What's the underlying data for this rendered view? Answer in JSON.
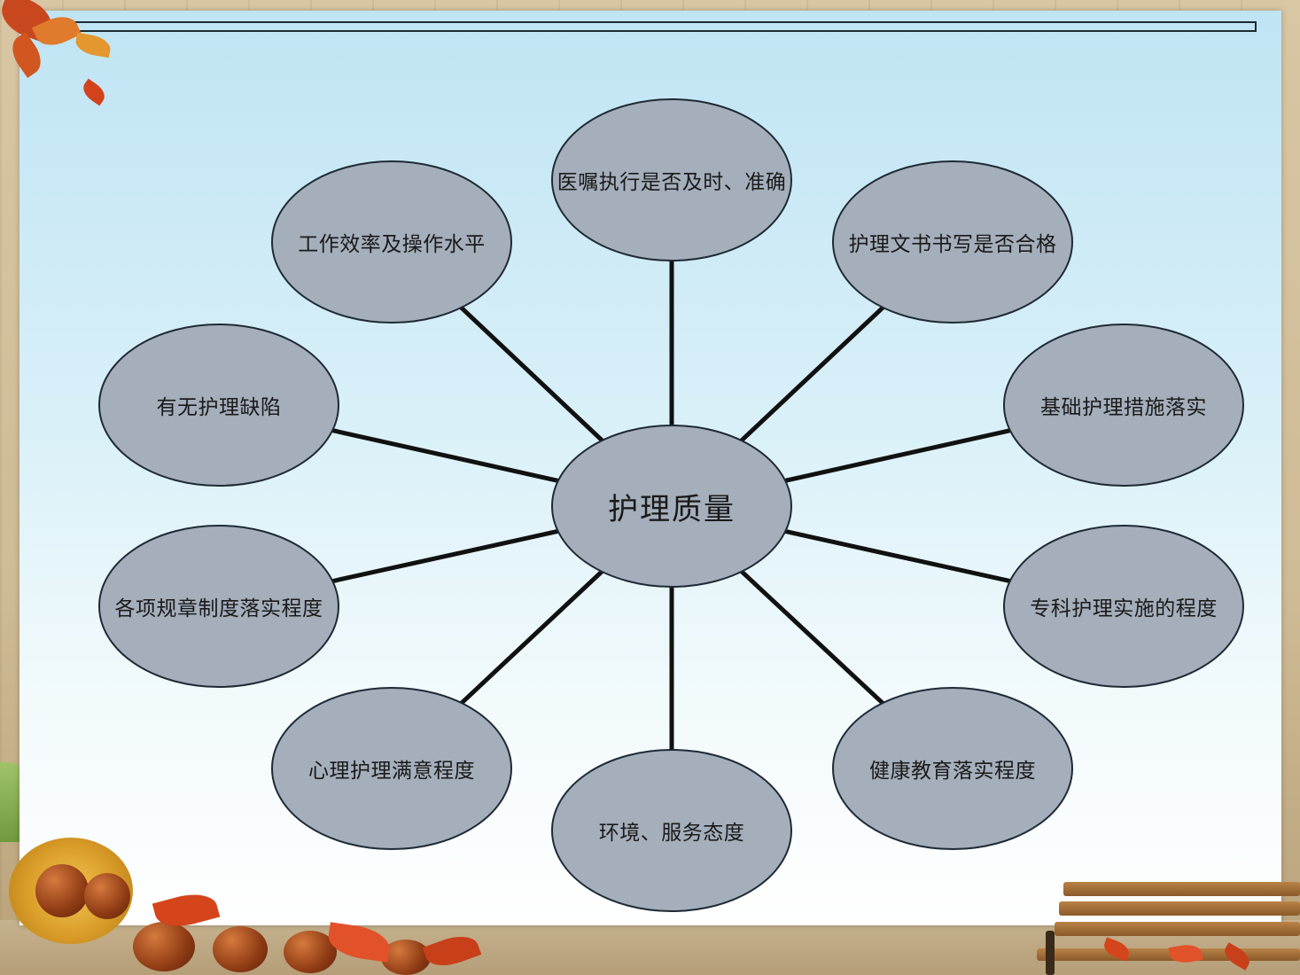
{
  "center": {
    "label": "护理质量"
  },
  "nodes": [
    {
      "id": "top",
      "label": "医嘱执行是否及时、准确"
    },
    {
      "id": "upper-right",
      "label": "护理文书书写是否合格"
    },
    {
      "id": "right-upper",
      "label": "基础护理措施落实"
    },
    {
      "id": "right-lower",
      "label": "专科护理实施的程度"
    },
    {
      "id": "lower-right",
      "label": "健康教育落实程度"
    },
    {
      "id": "bottom",
      "label": "环境、服务态度"
    },
    {
      "id": "lower-left",
      "label": "心理护理满意程度"
    },
    {
      "id": "left-lower",
      "label": "各项规章制度落实程度"
    },
    {
      "id": "left-upper",
      "label": "有无护理缺陷"
    },
    {
      "id": "upper-left",
      "label": "工作效率及操作水平"
    }
  ],
  "colors": {
    "node_fill": "#a5aebb",
    "node_stroke": "#1e2a35",
    "connector": "#111111"
  }
}
